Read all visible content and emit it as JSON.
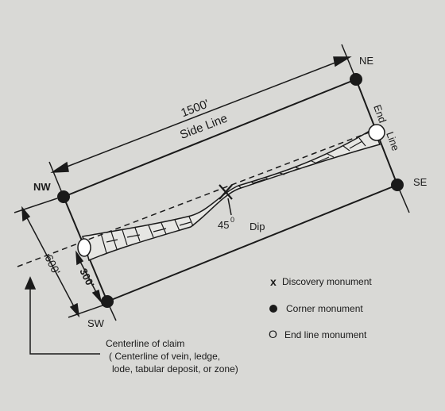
{
  "corners": {
    "nw": "NW",
    "ne": "NE",
    "se": "SE",
    "sw": "SW"
  },
  "side_line": {
    "length": "1500'",
    "label": "Side Line"
  },
  "end_line": {
    "word1": "End",
    "word2": "Line"
  },
  "dip": {
    "angle": "45",
    "degree_symbol": "0",
    "label": "Dip"
  },
  "dimensions": {
    "width": "600'",
    "half_width": "300'"
  },
  "legend": {
    "discovery_symbol": "x",
    "discovery": "Discovery monument",
    "corner": "Corner monument",
    "end_line_symbol": "O",
    "end_line": "End line monument"
  },
  "centerline_note": {
    "line1": "Centerline of claim",
    "line2": "( Centerline of vein, ledge,",
    "line3": "lode, tabular deposit, or zone)"
  },
  "colors": {
    "background": "#d9d9d6",
    "ink": "#1a1a1a"
  }
}
